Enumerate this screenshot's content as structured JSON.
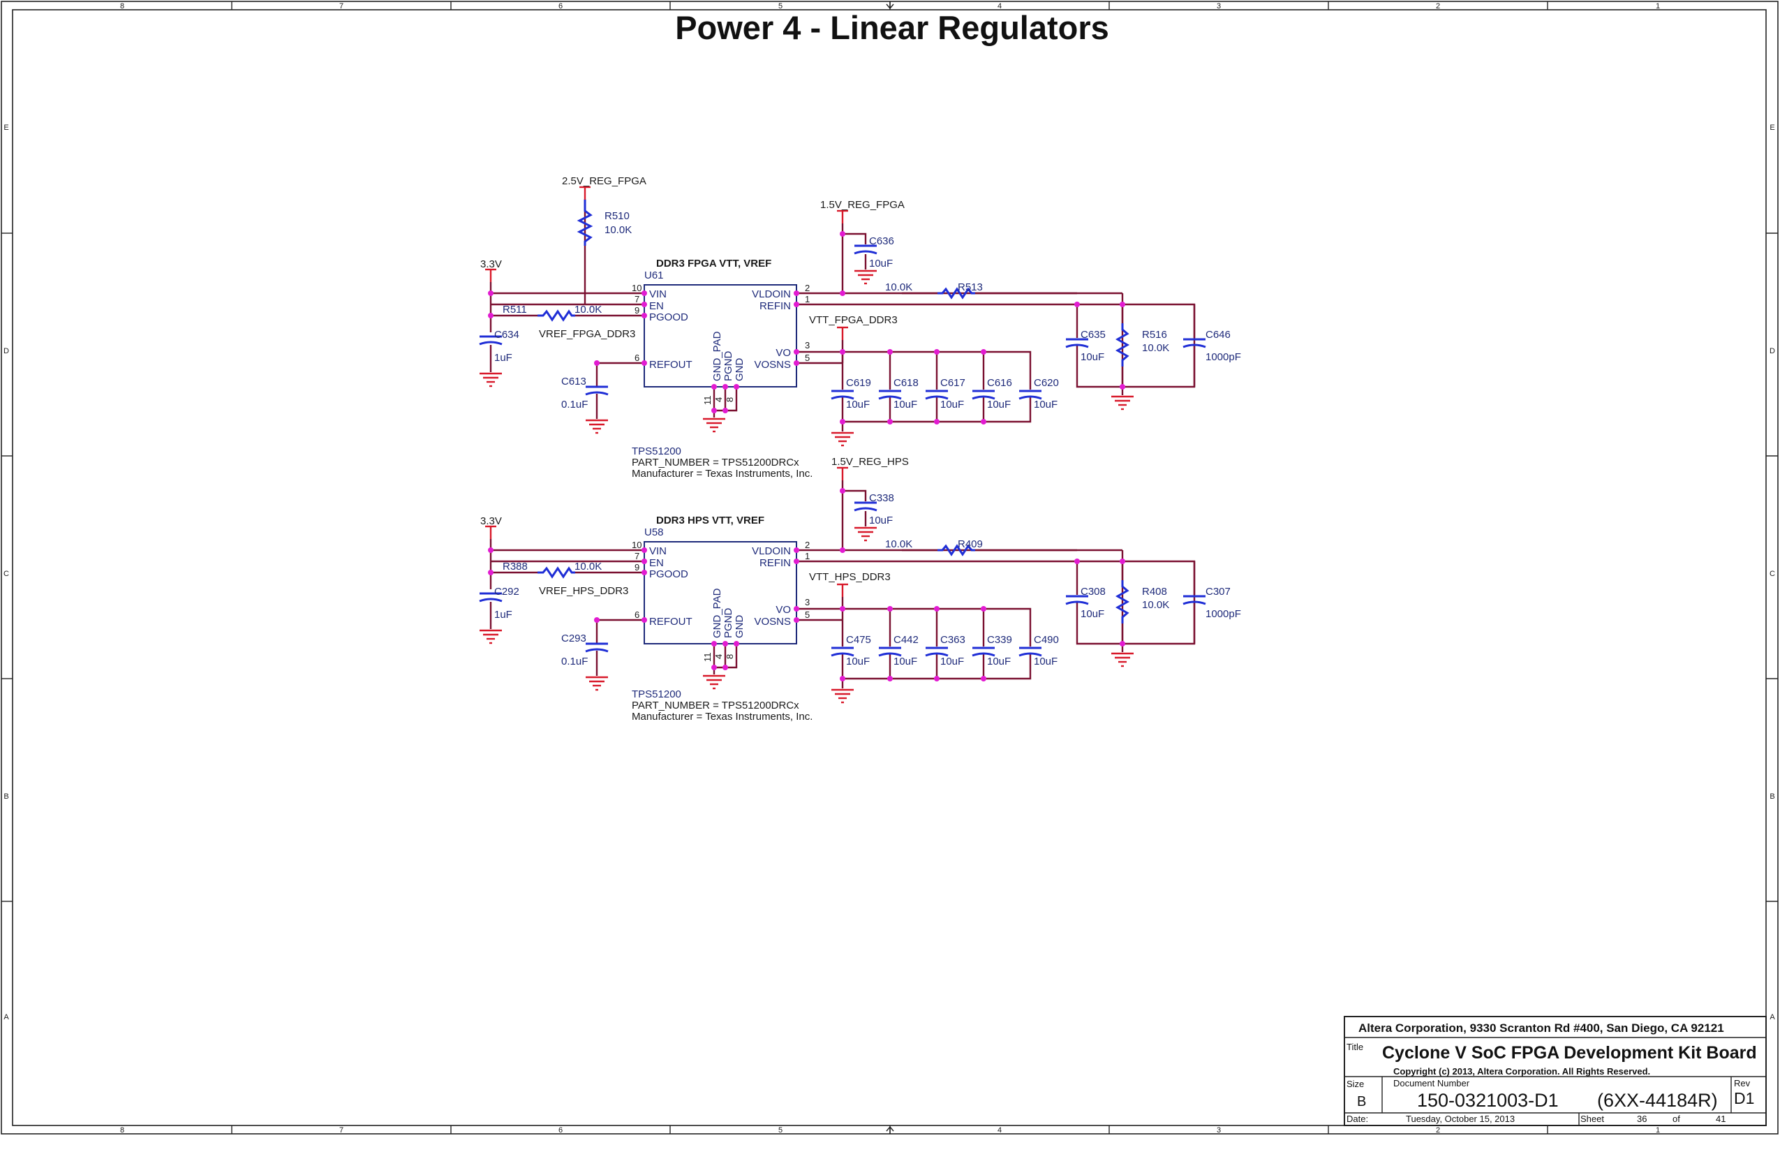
{
  "title": "Power 4 - Linear Regulators",
  "border": {
    "columns": [
      "8",
      "7",
      "6",
      "5",
      "4",
      "3",
      "2",
      "1"
    ],
    "rows": [
      "E",
      "D",
      "C",
      "B",
      "A"
    ]
  },
  "fpga": {
    "rail_in": "2.5V_REG_FPGA",
    "r510": "R510",
    "r510_val": "10.0K",
    "rail_vldo": "1.5V_REG_FPGA",
    "c636": "C636",
    "c636_val": "10uF",
    "v33": "3.3V",
    "header": "DDR3 FPGA VTT, VREF",
    "ref": "U61",
    "r511": "R511",
    "r511_val": "10.0K",
    "vref_net": "VREF_FPGA_DDR3",
    "c634": "C634",
    "c634_val": "1uF",
    "c613": "C613",
    "c613_val": "0.1uF",
    "r513": "R513",
    "r513_val": "10.0K",
    "vtt_net": "VTT_FPGA_DDR3",
    "c635": "C635",
    "c635_val": "10uF",
    "r516": "R516",
    "r516_val": "10.0K",
    "c646": "C646",
    "c646_val": "1000pF",
    "bank_caps": [
      "C619",
      "C618",
      "C617",
      "C616",
      "C620"
    ],
    "bank_val": "10uF",
    "part": "TPS51200",
    "part_number": "PART_NUMBER = TPS51200DRCx",
    "manufacturer": "Manufacturer = Texas Instruments, Inc."
  },
  "hps": {
    "rail_vldo": "1.5V_REG_HPS",
    "c338": "C338",
    "c338_val": "10uF",
    "v33": "3.3V",
    "header": "DDR3 HPS VTT, VREF",
    "ref": "U58",
    "r388": "R388",
    "r388_val": "10.0K",
    "vref_net": "VREF_HPS_DDR3",
    "c292": "C292",
    "c292_val": "1uF",
    "c293": "C293",
    "c293_val": "0.1uF",
    "r409": "R409",
    "r409_val": "10.0K",
    "vtt_net": "VTT_HPS_DDR3",
    "c308": "C308",
    "c308_val": "10uF",
    "r408": "R408",
    "r408_val": "10.0K",
    "c307": "C307",
    "c307_val": "1000pF",
    "bank_caps": [
      "C475",
      "C442",
      "C363",
      "C339",
      "C490"
    ],
    "bank_val": "10uF",
    "part": "TPS51200",
    "part_number": "PART_NUMBER = TPS51200DRCx",
    "manufacturer": "Manufacturer = Texas Instruments, Inc."
  },
  "chip_pins": {
    "vin": "VIN",
    "en": "EN",
    "pgood": "PGOOD",
    "refout": "REFOUT",
    "vldoin": "VLDOIN",
    "refin": "REFIN",
    "vo": "VO",
    "vosns": "VOSNS",
    "gnd_pad": "GND_PAD",
    "pgnd": "PGND",
    "gnd": "GND",
    "n10": "10",
    "n7": "7",
    "n9": "9",
    "n6": "6",
    "n2": "2",
    "n1": "1",
    "n3": "3",
    "n5": "5",
    "n11": "11",
    "n4": "4",
    "n8": "8"
  },
  "title_block": {
    "company": "Altera Corporation, 9330 Scranton Rd #400, San Diego, CA 92121",
    "title_lbl": "Title",
    "board": "Cyclone V SoC FPGA Development Kit Board",
    "copyright": "Copyright (c) 2013, Altera Corporation. All Rights Reserved.",
    "size_lbl": "Size",
    "size": "B",
    "docnum_lbl": "Document  Number",
    "docnum": "150-0321003-D1",
    "docnum2": "(6XX-44184R)",
    "rev_lbl": "Rev",
    "rev": "D1",
    "date_lbl": "Date:",
    "date": "Tuesday, October 15, 2013",
    "sheet_lbl": "Sheet",
    "sheet": "36",
    "of_lbl": "of",
    "total": "41"
  },
  "colors": {
    "wire": "#7a1030",
    "power": "#d8192a",
    "component": "#1f2ed6",
    "junction": "#e21bd1",
    "label": "#1e2a7a"
  }
}
